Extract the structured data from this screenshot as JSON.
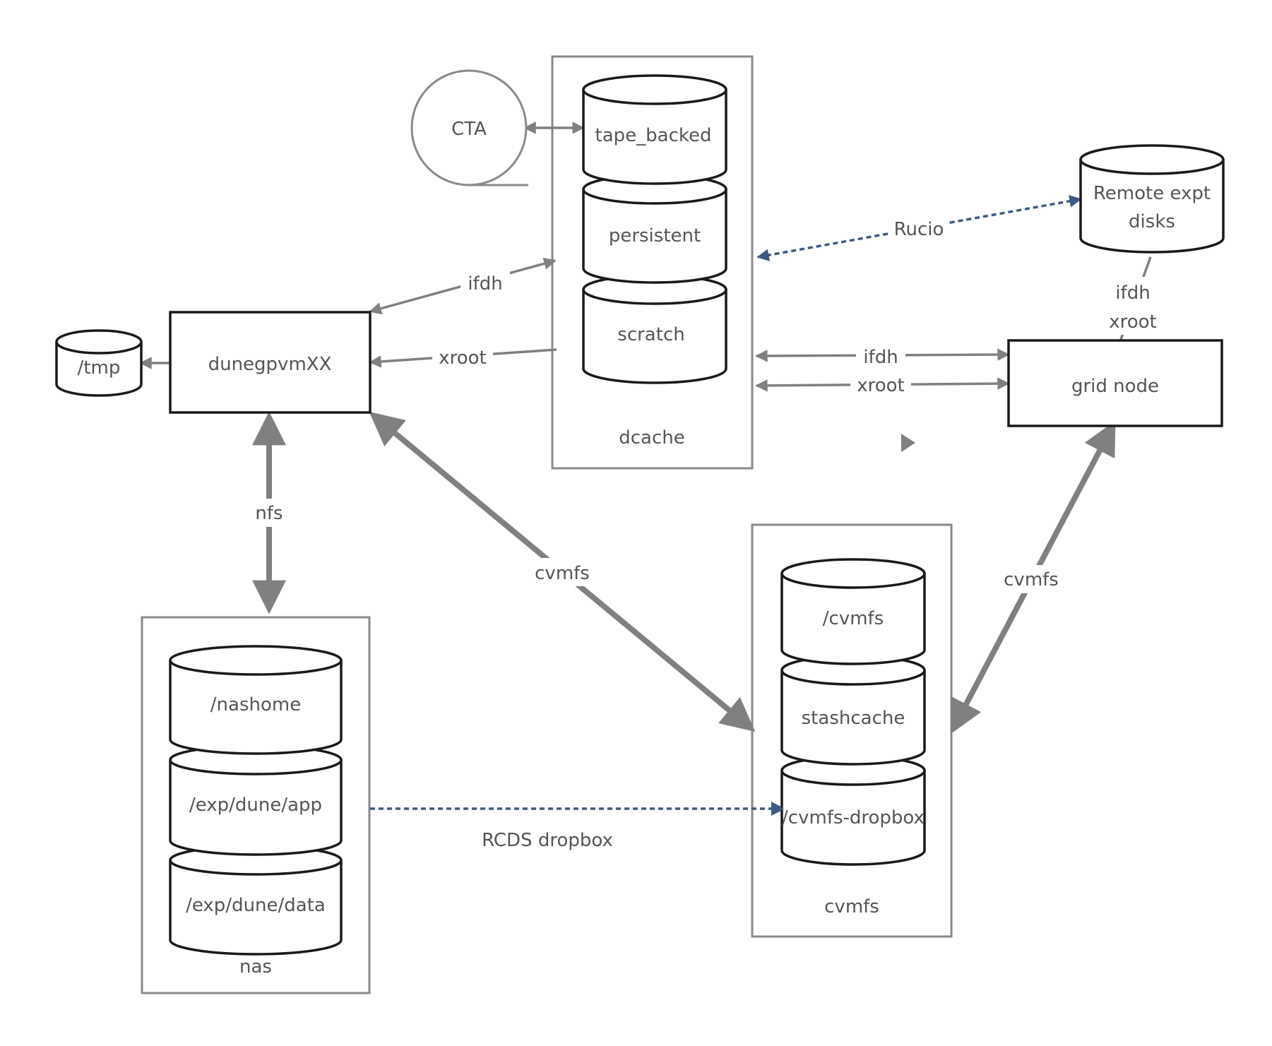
{
  "containers": {
    "dcache": "dcache",
    "nas": "nas",
    "cvmfs": "cvmfs"
  },
  "nodes": {
    "cta": "CTA",
    "tape_backed": "tape_backed",
    "persistent": "persistent",
    "scratch": "scratch",
    "remote_line1": "Remote expt",
    "remote_line2": "disks",
    "dunegpvm": "dunegpvmXX",
    "tmp": "/tmp",
    "grid_node": "grid node",
    "nashome": "/nashome",
    "exp_app": "/exp/dune/app",
    "exp_data": "/exp/dune/data",
    "cvmfs_disk": "/cvmfs",
    "stashcache": "stashcache",
    "cvmfs_dropbox": "/cvmfs-dropbox"
  },
  "edges": {
    "rucio": "Rucio",
    "ifdh_dcache_gpvm": "ifdh",
    "xroot_dcache_gpvm": "xroot",
    "remote_grid_ifdh": "ifdh",
    "remote_grid_xroot": "xroot",
    "ifdh_dcache_grid": "ifdh",
    "xroot_dcache_grid": "xroot",
    "nfs": "nfs",
    "cvmfs_gpvm": "cvmfs",
    "cvmfs_grid": "cvmfs",
    "rcds_dropbox": "RCDS dropbox"
  },
  "colors": {
    "arrow_gray": "#808080",
    "arrow_dashed_blue": "#3d5a84",
    "container_border": "#8a8a8a",
    "node_border": "#1a1a1a",
    "text": "#555555"
  }
}
